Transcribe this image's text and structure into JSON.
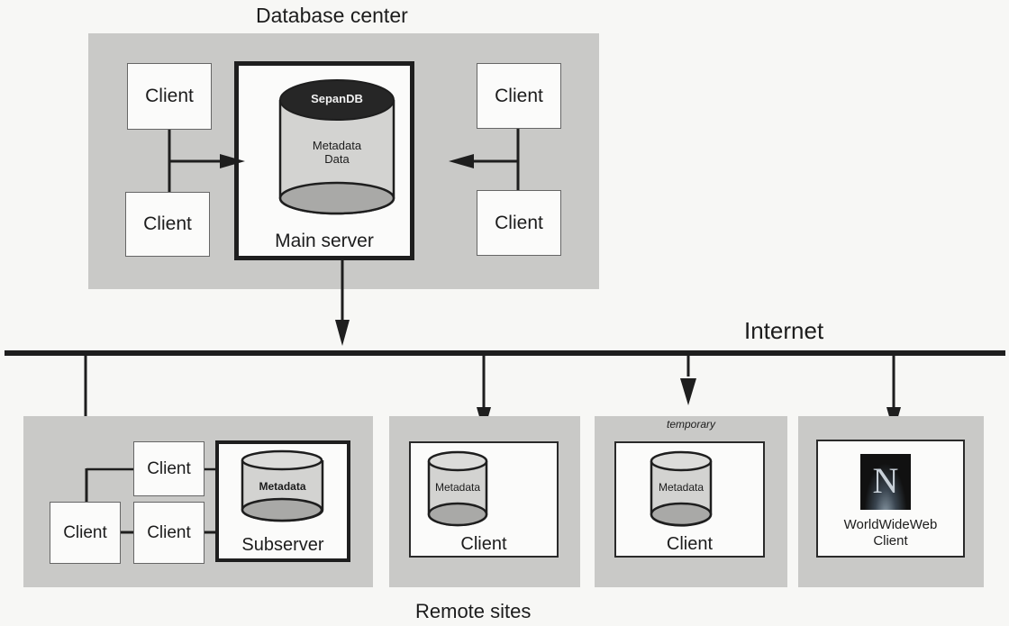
{
  "title_top": "Database center",
  "internet_label": "Internet",
  "title_bottom": "Remote sites",
  "database_center": {
    "clients": [
      "Client",
      "Client",
      "Client",
      "Client"
    ],
    "main_server": {
      "db_top_label": "SepanDB",
      "db_body_line1": "Metadata",
      "db_body_line2": "Data",
      "label": "Main server"
    }
  },
  "remote_sites": {
    "site1": {
      "clients": [
        "Client",
        "Client",
        "Client"
      ],
      "subserver": {
        "db_label": "Metadata",
        "label": "Subserver"
      }
    },
    "site2": {
      "db_label": "Metadata",
      "label": "Client"
    },
    "site3": {
      "note": "temporary",
      "db_label": "Metadata",
      "label": "Client"
    },
    "site4": {
      "icon": "netscape-n-icon",
      "icon_letter": "N",
      "label_line1": "WorldWideWeb",
      "label_line2": "Client"
    }
  }
}
